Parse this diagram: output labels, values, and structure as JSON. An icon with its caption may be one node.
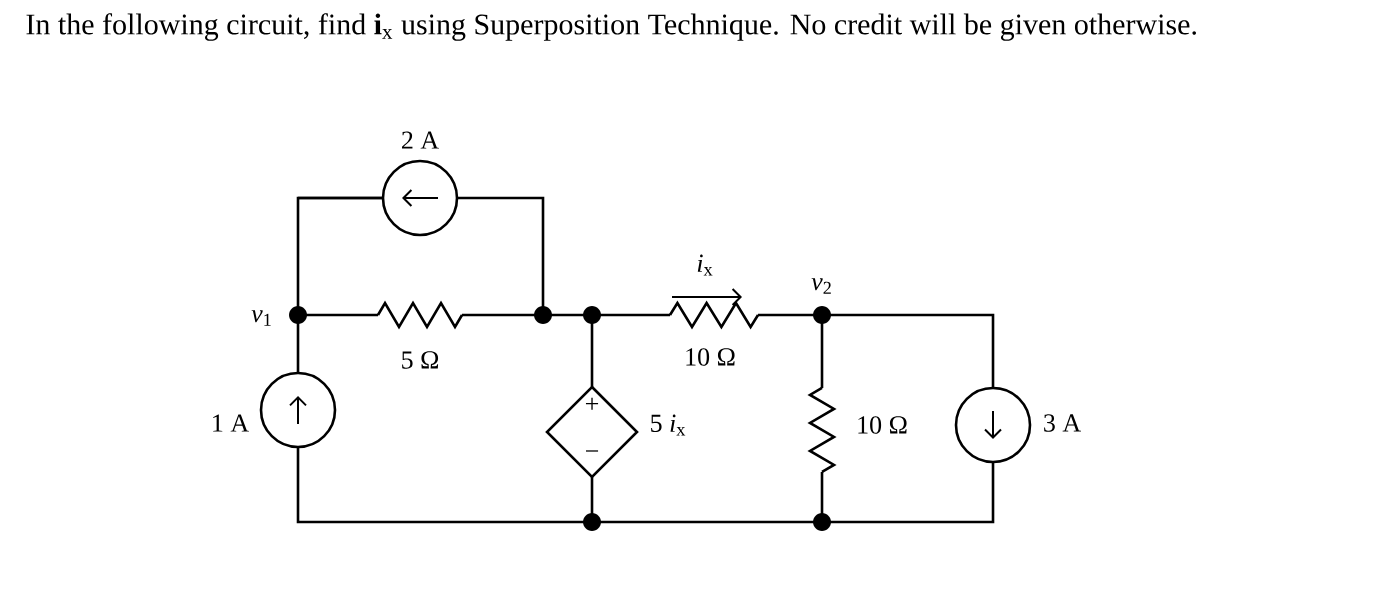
{
  "diagram": {
    "title": "In the following circuit, find **i**$_{x}$ using Superposition Technique. No credit will be given otherwise.",
    "labels": [
      "2 A",
      "*v*$_{1}$",
      "5 Ω",
      "*i*$_{x}$",
      "*v*$_{2}$",
      "10 Ω",
      "1 A",
      "+",
      "−",
      "5 *i*$_{x}$",
      "10 Ω",
      "3 A"
    ]
  }
}
